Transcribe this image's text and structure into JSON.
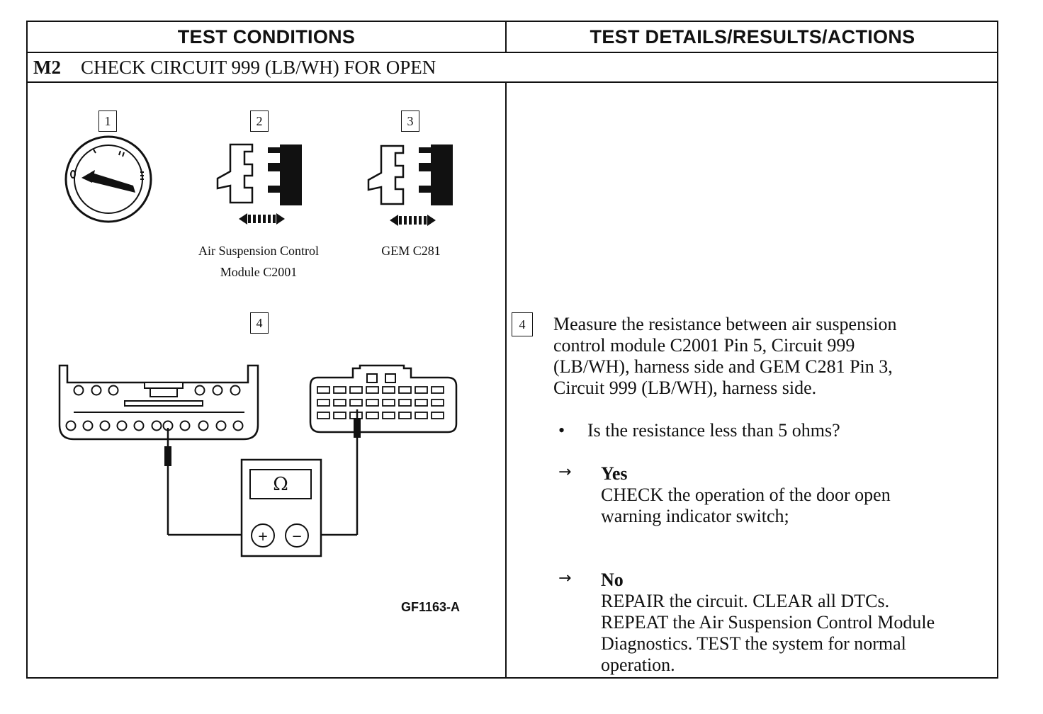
{
  "header": {
    "left": "TEST CONDITIONS",
    "right": "TEST DETAILS/RESULTS/ACTIONS"
  },
  "step": {
    "code": "M2",
    "title": "CHECK CIRCUIT 999 (LB/WH) FOR OPEN"
  },
  "conditions": {
    "callouts": [
      "1",
      "2",
      "3",
      "4"
    ],
    "label_2_line1": "Air Suspension Control",
    "label_2_line2": "Module C2001",
    "label_3": "GEM C281",
    "meter_symbol": "Ω",
    "meter_plus": "+",
    "meter_minus": "−",
    "figure_code": "GF1163-A",
    "icons": [
      "ignition-switch-icon",
      "connector-disconnect-icon",
      "ohmmeter-icon"
    ]
  },
  "details": {
    "step_num": "4",
    "instruction": [
      "Measure the resistance between air suspension",
      "control module C2001 Pin 5, Circuit 999",
      "(LB/WH), harness side and GEM C281 Pin 3,",
      "Circuit 999 (LB/WH), harness side."
    ],
    "question": "Is the resistance less than 5 ohms?",
    "bullet": "•",
    "arrow": "→",
    "yes": {
      "label": "Yes",
      "lines": [
        "CHECK the operation of the door open",
        "warning indicator switch;"
      ]
    },
    "no": {
      "label": "No",
      "lines": [
        "REPAIR the circuit. CLEAR all DTCs.",
        "REPEAT the Air Suspension Control Module",
        "Diagnostics. TEST the system for normal",
        "operation."
      ]
    }
  }
}
